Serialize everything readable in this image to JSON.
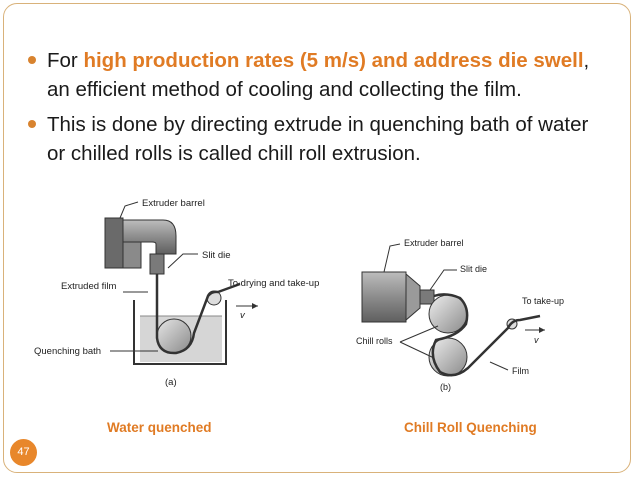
{
  "bullets": [
    {
      "pre": "For ",
      "highlight": "high production rates (5 m/s) and address die swell",
      "post": ", an efficient method of cooling and collecting the film."
    },
    {
      "pre": "This is done by directing extrude in quenching bath of water or chilled rolls is called chill roll extrusion.",
      "highlight": "",
      "post": ""
    }
  ],
  "diagram_a": {
    "labels": {
      "extruder_barrel": "Extruder barrel",
      "slit_die": "Slit die",
      "extruded_film": "Extruded film",
      "to_drying": "To drying and take-up",
      "v": "v",
      "quenching_bath": "Quenching bath",
      "tag": "(a)"
    },
    "caption": "Water quenched"
  },
  "diagram_b": {
    "labels": {
      "extruder_barrel": "Extruder barrel",
      "slit_die": "Slit die",
      "to_takeup": "To take-up",
      "v": "v",
      "chill_rolls": "Chill rolls",
      "film": "Film",
      "tag": "(b)"
    },
    "caption": "Chill Roll Quenching"
  },
  "page_number": "47",
  "colors": {
    "accent": "#e07b24",
    "border": "#d9b27a"
  }
}
